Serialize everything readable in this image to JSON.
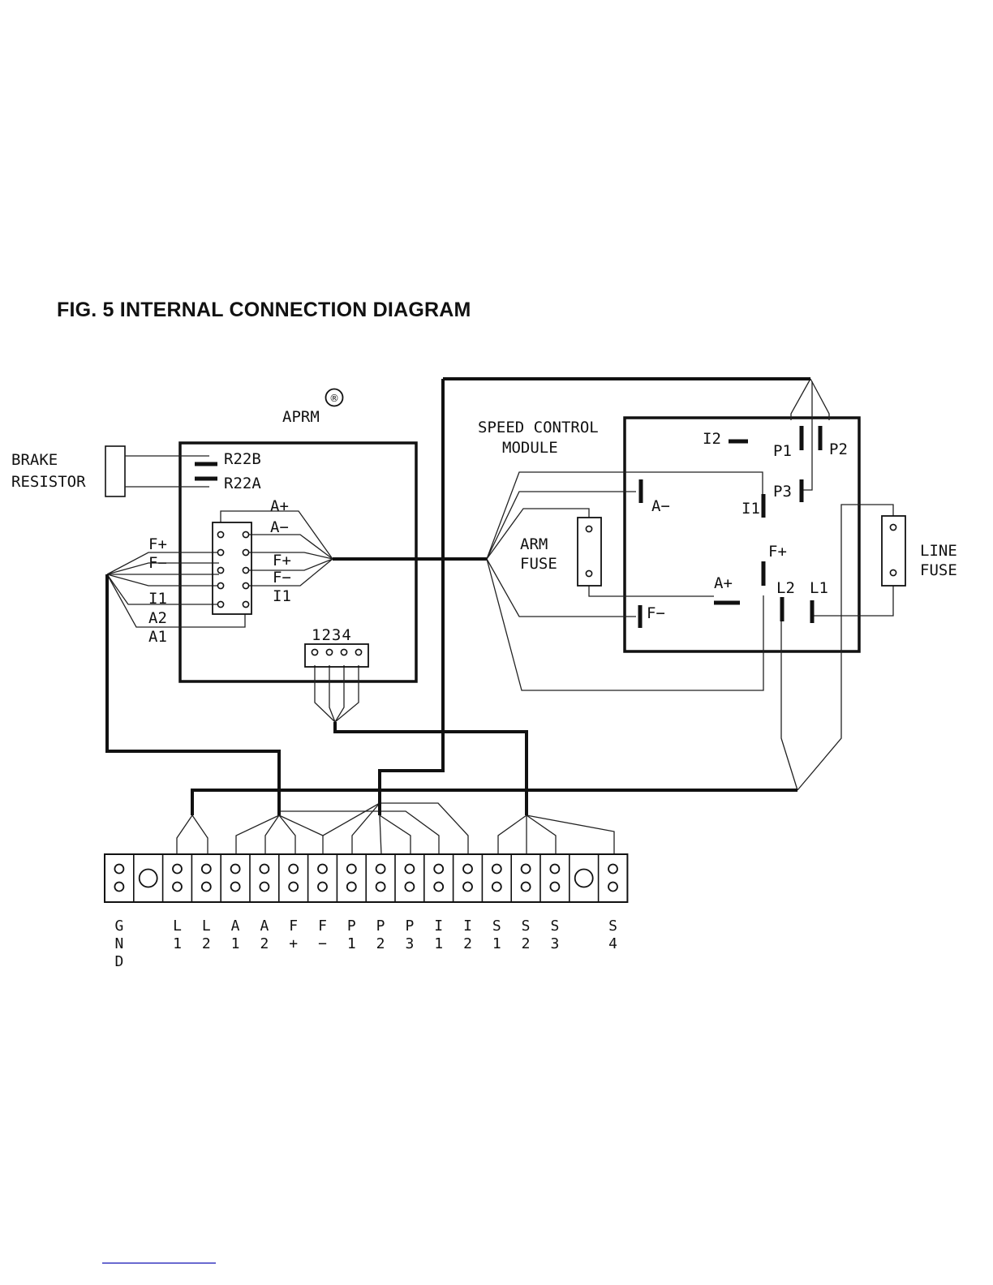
{
  "figure_title": "FIG. 5 INTERNAL CONNECTION DIAGRAM",
  "aprm": {
    "label": "APRM",
    "mark": "®"
  },
  "brake_resistor": [
    "BRAKE",
    "RESISTOR"
  ],
  "resistors": [
    "R22B",
    "R22A"
  ],
  "aprm_left_labels": [
    "F+",
    "F−",
    "I1",
    "A2",
    "A1"
  ],
  "aprm_right_labels": [
    "A+",
    "A−",
    "F+",
    "F−",
    "I1"
  ],
  "aprm_connector": "1234",
  "speed_control_module": [
    "SPEED CONTROL",
    "MODULE"
  ],
  "module_terminals": {
    "a_minus": "A−",
    "f_minus": "F−",
    "a_plus": "A+",
    "i2": "I2",
    "p1": "P1",
    "p2": "P2",
    "p3": "P3",
    "i1": "I1",
    "f_plus": "F+",
    "l2": "L2",
    "l1": "L1"
  },
  "arm_fuse": [
    "ARM",
    "FUSE"
  ],
  "line_fuse": [
    "LINE",
    "FUSE"
  ],
  "terminal_strip": [
    [
      "G",
      "N",
      "D"
    ],
    [],
    [
      "L",
      "1"
    ],
    [
      "L",
      "2"
    ],
    [
      "A",
      "1"
    ],
    [
      "A",
      "2"
    ],
    [
      "F",
      "+"
    ],
    [
      "F",
      "−"
    ],
    [
      "P",
      "1"
    ],
    [
      "P",
      "2"
    ],
    [
      "P",
      "3"
    ],
    [
      "I",
      "1"
    ],
    [
      "I",
      "2"
    ],
    [
      "S",
      "1"
    ],
    [
      "S",
      "2"
    ],
    [
      "S",
      "3"
    ],
    [],
    [
      "S",
      "4"
    ]
  ]
}
